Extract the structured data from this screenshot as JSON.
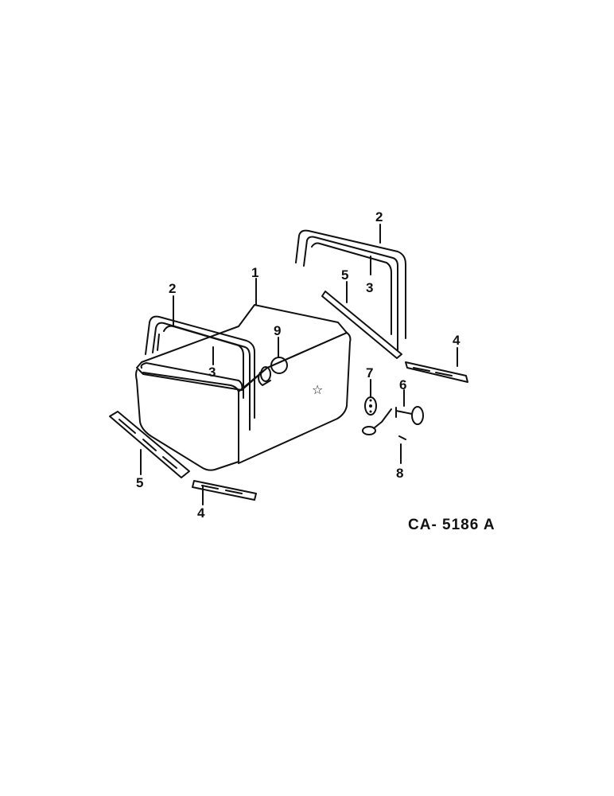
{
  "diagram": {
    "code": "CA- 5186 A",
    "callouts": {
      "c1": "1",
      "c2a": "2",
      "c2b": "2",
      "c3a": "3",
      "c3b": "3",
      "c4a": "4",
      "c4b": "4",
      "c5a": "5",
      "c5b": "5",
      "c6": "6",
      "c7": "7",
      "c8": "8",
      "c9": "9"
    }
  }
}
